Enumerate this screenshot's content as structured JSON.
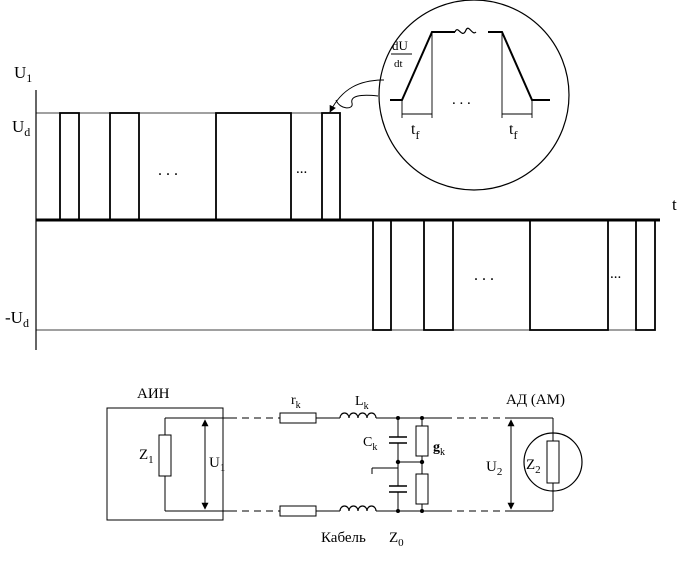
{
  "waveform": {
    "y_axis_label": "U",
    "y_axis_sub": "1",
    "x_axis_label": "t",
    "pos_level_label": "U",
    "pos_level_sub": "d",
    "neg_level_label": "-U",
    "neg_level_sub": "d",
    "ellipsis_pos_1": ". . .",
    "ellipsis_pos_2": "...",
    "ellipsis_neg_1": ". . .",
    "ellipsis_neg_2": "...",
    "zoom": {
      "slope_num": "dU",
      "slope_den": "dt",
      "ellipsis": ". . .",
      "rise_time_label": "t",
      "rise_time_sub": "f",
      "fall_time_label": "t",
      "fall_time_sub": "f"
    }
  },
  "circuit": {
    "inverter_label": "АИН",
    "z1_label": "Z",
    "z1_sub": "1",
    "u1_label": "U",
    "u1_sub": "1",
    "rk_label": "r",
    "rk_sub": "k",
    "lk_label": "L",
    "lk_sub": "k",
    "ck_label": "C",
    "ck_sub": "k",
    "gk_label": "g",
    "gk_sub": "k",
    "motor_label": "АД (АМ)",
    "u2_label": "U",
    "u2_sub": "2",
    "z2_label": "Z",
    "z2_sub": "2",
    "cable_label": "Кабель",
    "z0_label": "Z",
    "z0_sub": "0"
  }
}
